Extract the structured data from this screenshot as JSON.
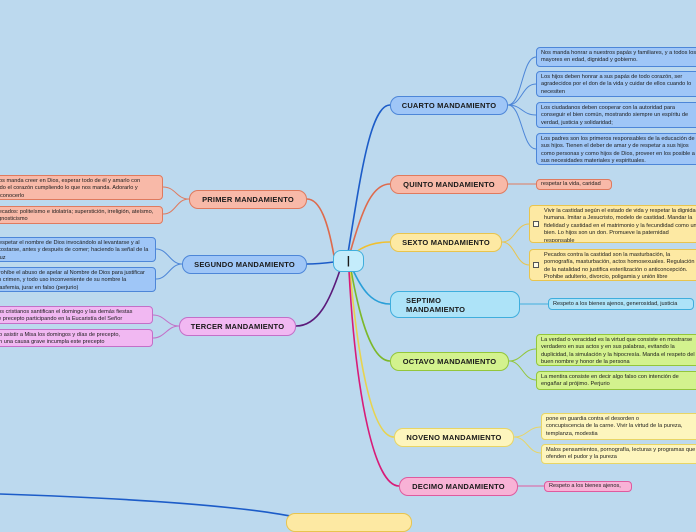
{
  "center": {
    "label": "|"
  },
  "nodes": {
    "cuarto": "CUARTO MANDAMIENTO",
    "quinto": "QUINTO MANDAMIENTO",
    "sexto": "SEXTO MANDAMIENTO",
    "septimo": "SEPTIMO\nMANDAMIENTO",
    "octavo": "OCTAVO MANDAMIENTO",
    "noveno": "NOVENO MANDAMIENTO",
    "decimo": "DECIMO MANDAMIENTO",
    "primero": "PRIMER MANDAMIENTO",
    "segundo": "SEGUNDO MANDAMIENTO",
    "tercero": "TERCER MANDAMIENTO"
  },
  "leaves": {
    "cuarto_1": "Nos manda honrar a nuestros papás y familiares, y a todos los\nmayores en edad, dignidad y gobierno.",
    "cuarto_2": "Los hijos deben honrar a sus papás de todo corazón, ser\nagradecidos por el don de la vida y cuidar de ellos cuando lo\nnecesiten",
    "cuarto_3": "Los ciudadanos deben cooperar con la autoridad para\nconseguir el bien común, mostrando siempre un espíritu de\nverdad, justicia y solidaridad;",
    "cuarto_4": "Los padres son los primeros responsables de la educación de\nsus hijos. Tienen el deber de amar y de respetar a sus hijos\ncomo personas y como hijos de Dios, proveer en los posible a\nsus necesidades materiales y espirituales.",
    "quinto_1": "respetar la vida, caridad",
    "sexto_1": "Vivir la castidad según el estado de vida y respetar la dignidad\nhumana. Imitar a Jesucristo, modelo de castidad. Mandar la\nfidelidad y castidad en el matrimonio y la fecundidad como un\nbien. Lo hijos son un don. Promueve la paternidad\nresponsable",
    "sexto_2": "Pecados contra la castidad son la masturbación, la\npornografía, masturbación, actos homosexuales. Regulación\nde la natalidad no justifica esterilización o anticoncepción.\nProhibe adulterio, divorcio, poligamia y unión libre",
    "septimo_1": "Respeto a los bienes ajenos, generosidad, justicia",
    "octavo_1": "La verdad o veracidad es la virtud que consiste en mostrarse\nverdadero en sus actos y en sus palabras, evitando la\nduplicidad, la simulación y la hipocresía. Manda el respeto del\nbuen nombre y honor de la persona",
    "octavo_2": "La mentira consiste en decir algo falso con intención de\nengañar al prójimo. Perjurio",
    "noveno_1": "pone en guardia contra el desorden o\nconcupiscencia de la carne. Vivir la virtud de la pureza,\ntemplanza, modestia",
    "noveno_2": "Malos pensamientos, pornografía, lecturas y programas que\nofenden el pudor y la pureza",
    "decimo_1": "Respeto a los bienes ajenos,",
    "primero_1": "Nos manda creer en Dios, esperar todo de él y amarlo con\ntodo el corazón cumpliendo lo que nos manda. Adorarlo y reconocerlo\ncomo Creador y Señor de todas las cosas",
    "primero_2": "Pecados: politeísmo e idolatría; superstición, irreligión, ateísmo,\nagnosticismo",
    "segundo_1": "Respetar el nombre de Dios invocándolo al levantarse y al\nacostarse, antes y después de comer; haciendo la señal de la\ncruz",
    "segundo_2": "Prohíbe el abuso de apelar al Nombre de Dios para justificar\nun crimen, y todo uso inconveniente de su nombre la\nblasfemia, jurar en falso (perjurio)",
    "tercero_1": "Los cristianos santifican el domingo y las demás fiestas\nde precepto participando en la Eucaristía del Señor",
    "tercero_2": "No asistir a Misa los domingos y días de precepto,\nsin una causa grave incumpla este precepto"
  },
  "colors": {
    "background": "#bcd9ee",
    "blue": "#9fc6f7",
    "salmon": "#f8b9a8",
    "yellow": "#fde9a3",
    "cyan": "#ade3f8",
    "lime": "#d3f28e",
    "light_yellow": "#fdf5bd",
    "pink": "#f8b2d6",
    "lavender": "#f1b8f2"
  }
}
